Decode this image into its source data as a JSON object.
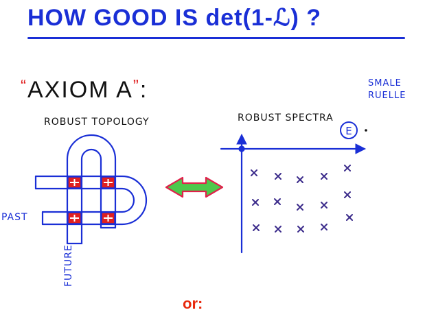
{
  "slide": {
    "title": "HOW GOOD IS det(1-ℒ) ?",
    "axiom": {
      "text": "AXIOM A",
      "open_quote": "“",
      "close_quote": "”",
      "colon": ":"
    },
    "authors": [
      "SMALE",
      "RUELLE"
    ],
    "left_panel": {
      "heading": "ROBUST TOPOLOGY",
      "past_label": "PAST",
      "future_label": "FUTURE"
    },
    "right_panel": {
      "heading": "ROBUST SPECTRA",
      "eigen_symbol": "E"
    },
    "footer": "or:",
    "colors": {
      "ink_blue": "#1a2fd6",
      "ink_red": "#e02020",
      "crossing_fill": "#e02020",
      "arrow_fill": "#4cc94c",
      "arrow_outline": "#e0204a",
      "eigen_mark": "#3a2a8a"
    }
  }
}
